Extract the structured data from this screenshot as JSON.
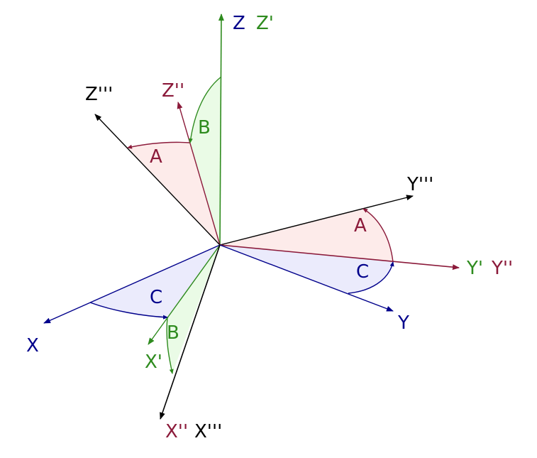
{
  "colors": {
    "blue": "#00008b",
    "green": "#2e8b1e",
    "maroon": "#8b1a3a",
    "black": "#000000",
    "blue_fill": "#ebebfc",
    "green_fill": "#eafbe6",
    "red_fill": "#fdebea"
  },
  "axes": {
    "z": "Z",
    "z_prime": "Z'",
    "z_double_prime": "Z''",
    "z_triple_prime": "Z'''",
    "y": "Y",
    "y_prime": "Y'",
    "y_double_prime": "Y''",
    "y_triple_prime": "Y'''",
    "x": "X",
    "x_prime": "X'",
    "x_double_prime": "X''",
    "x_triple_prime": "X'''"
  },
  "angles": {
    "a_upper": "A",
    "a_right": "A",
    "b_upper": "B",
    "b_lower": "B",
    "c_right": "C",
    "c_left": "C"
  }
}
